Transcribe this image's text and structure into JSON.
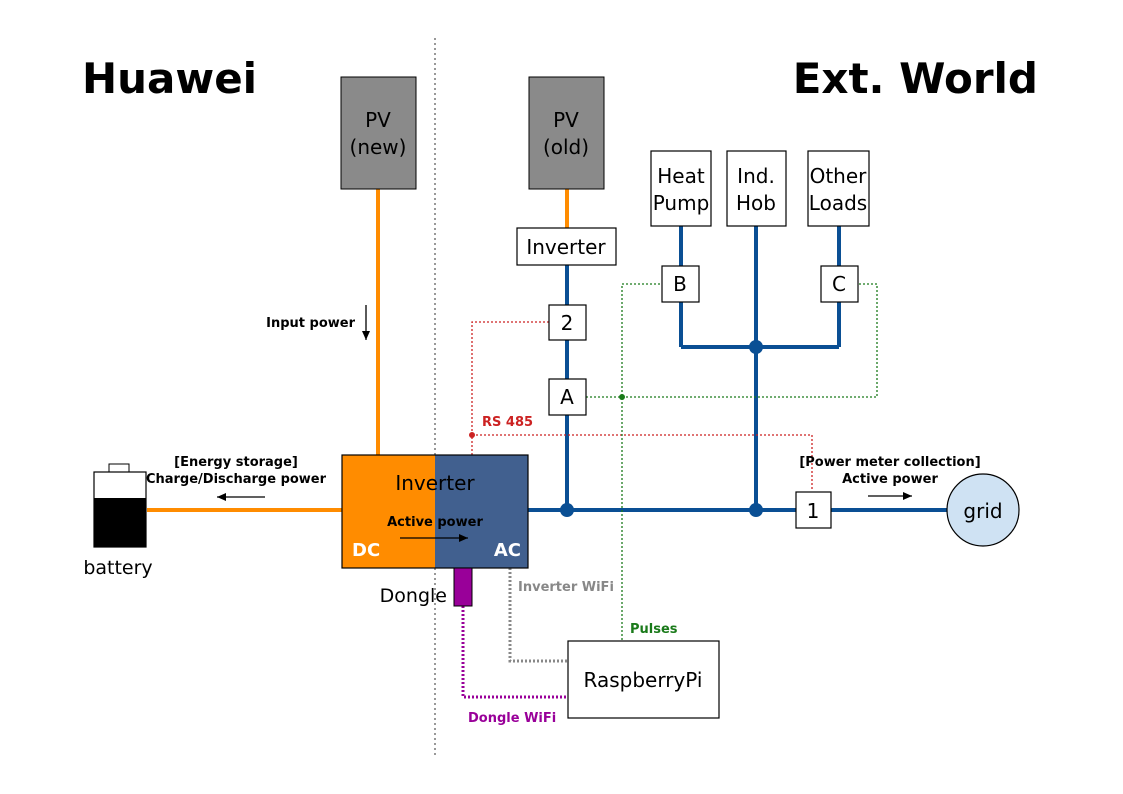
{
  "titles": {
    "left": "Huawei",
    "right": "Ext. World"
  },
  "pv_new": {
    "line1": "PV",
    "line2": "(new)"
  },
  "pv_old": {
    "line1": "PV",
    "line2": "(old)"
  },
  "old_inverter": {
    "label": "Inverter"
  },
  "loads": {
    "heat_pump": {
      "line1": "Heat",
      "line2": "Pump"
    },
    "ind_hob": {
      "line1": "Ind.",
      "line2": "Hob"
    },
    "other_loads": {
      "line1": "Other",
      "line2": "Loads"
    }
  },
  "meters": {
    "b": "B",
    "c": "C",
    "m2": "2",
    "a": "A",
    "m1": "1"
  },
  "labels": {
    "input_power": "Input power",
    "rs485": "RS 485",
    "energy_storage_l1": "[Energy storage]",
    "energy_storage_l2": "Charge/Discharge power",
    "power_meter_l1": "[Power meter collection]",
    "power_meter_l2": "Active power",
    "inverter_wifi": "Inverter WiFi",
    "pulses": "Pulses",
    "dongle_wifi": "Dongle WiFi",
    "dongle": "Dongle",
    "battery": "battery"
  },
  "huawei_inverter": {
    "title": "Inverter",
    "active_power": "Active power",
    "dc": "DC",
    "ac": "AC"
  },
  "grid": {
    "label": "grid"
  },
  "raspberry": {
    "label": "RaspberryPi"
  },
  "colors": {
    "pv_box": "#8a8a8a",
    "dc_orange": "#ff8c00",
    "ac_blue": "#41608f",
    "bus_blue": "#0a4f94",
    "rs485_red": "#cc2222",
    "pulses_green": "#1a7a1a",
    "dongle_purple": "#990099",
    "wifi_gray": "#888888",
    "grid_fill": "#cfe2f3"
  }
}
